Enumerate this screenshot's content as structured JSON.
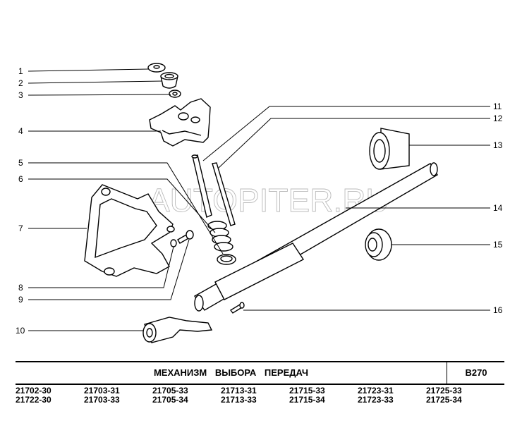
{
  "diagram": {
    "callouts": [
      "1",
      "2",
      "3",
      "4",
      "5",
      "6",
      "7",
      "8",
      "9",
      "10",
      "11",
      "12",
      "13",
      "14",
      "15",
      "16"
    ],
    "watermark": "AUTOPITER.RU"
  },
  "title_block": {
    "title": "МЕХАНИЗМ ВЫБОРА ПЕРЕДАЧ",
    "code": "B270"
  },
  "models": [
    [
      "21702-30",
      "21722-30"
    ],
    [
      "21703-31",
      "21703-33"
    ],
    [
      "21705-33",
      "21705-34"
    ],
    [
      "21713-31",
      "21713-33"
    ],
    [
      "21715-33",
      "21715-34"
    ],
    [
      "21723-31",
      "21723-33"
    ],
    [
      "21725-33",
      "21725-34"
    ]
  ]
}
